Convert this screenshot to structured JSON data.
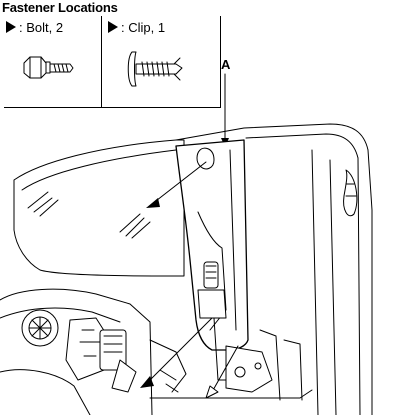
{
  "header": {
    "title": "Fastener Locations"
  },
  "legend": {
    "bolt_label": ": Bolt, 2",
    "clip_label": ": Clip, 1"
  },
  "callouts": {
    "part_a": "A"
  }
}
